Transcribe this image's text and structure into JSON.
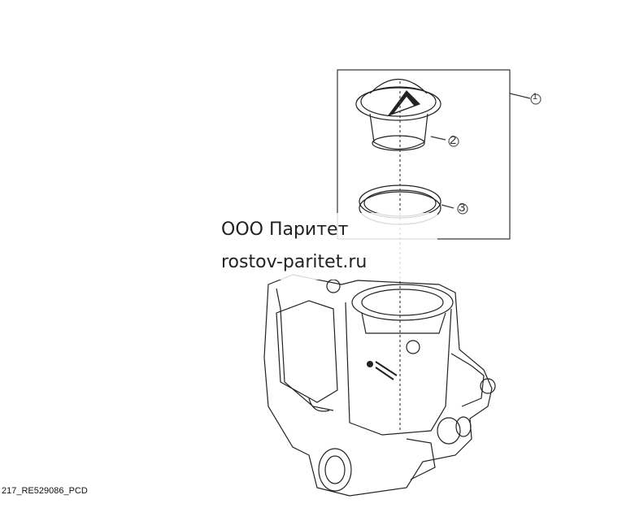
{
  "callouts": [
    {
      "number": "1"
    },
    {
      "number": "2"
    },
    {
      "number": "3"
    }
  ],
  "watermark": {
    "company": "ООО Паритет",
    "site": "rostov-paritet.ru"
  },
  "figure_code": "217_RE529086_PCD"
}
